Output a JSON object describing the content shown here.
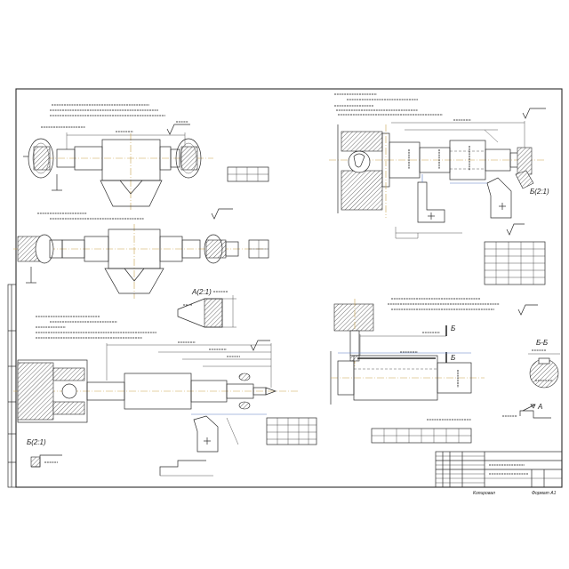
{
  "views": {
    "detail_a_label": "А(2:1)",
    "detail_b_top_label": "Б(2:1)",
    "detail_b_bottom_label": "Б(2:1)",
    "section_label": "Б-Б",
    "view_a_label": "А",
    "cut_b_upper": "Б",
    "cut_b_lower": "Б"
  },
  "title_block": {
    "copied_label": "Копировал",
    "format_label": "Формат А1"
  },
  "colors": {
    "line": "#2b2b2b",
    "axis": "#c9a24e",
    "toolpath": "#5b7fc4"
  }
}
